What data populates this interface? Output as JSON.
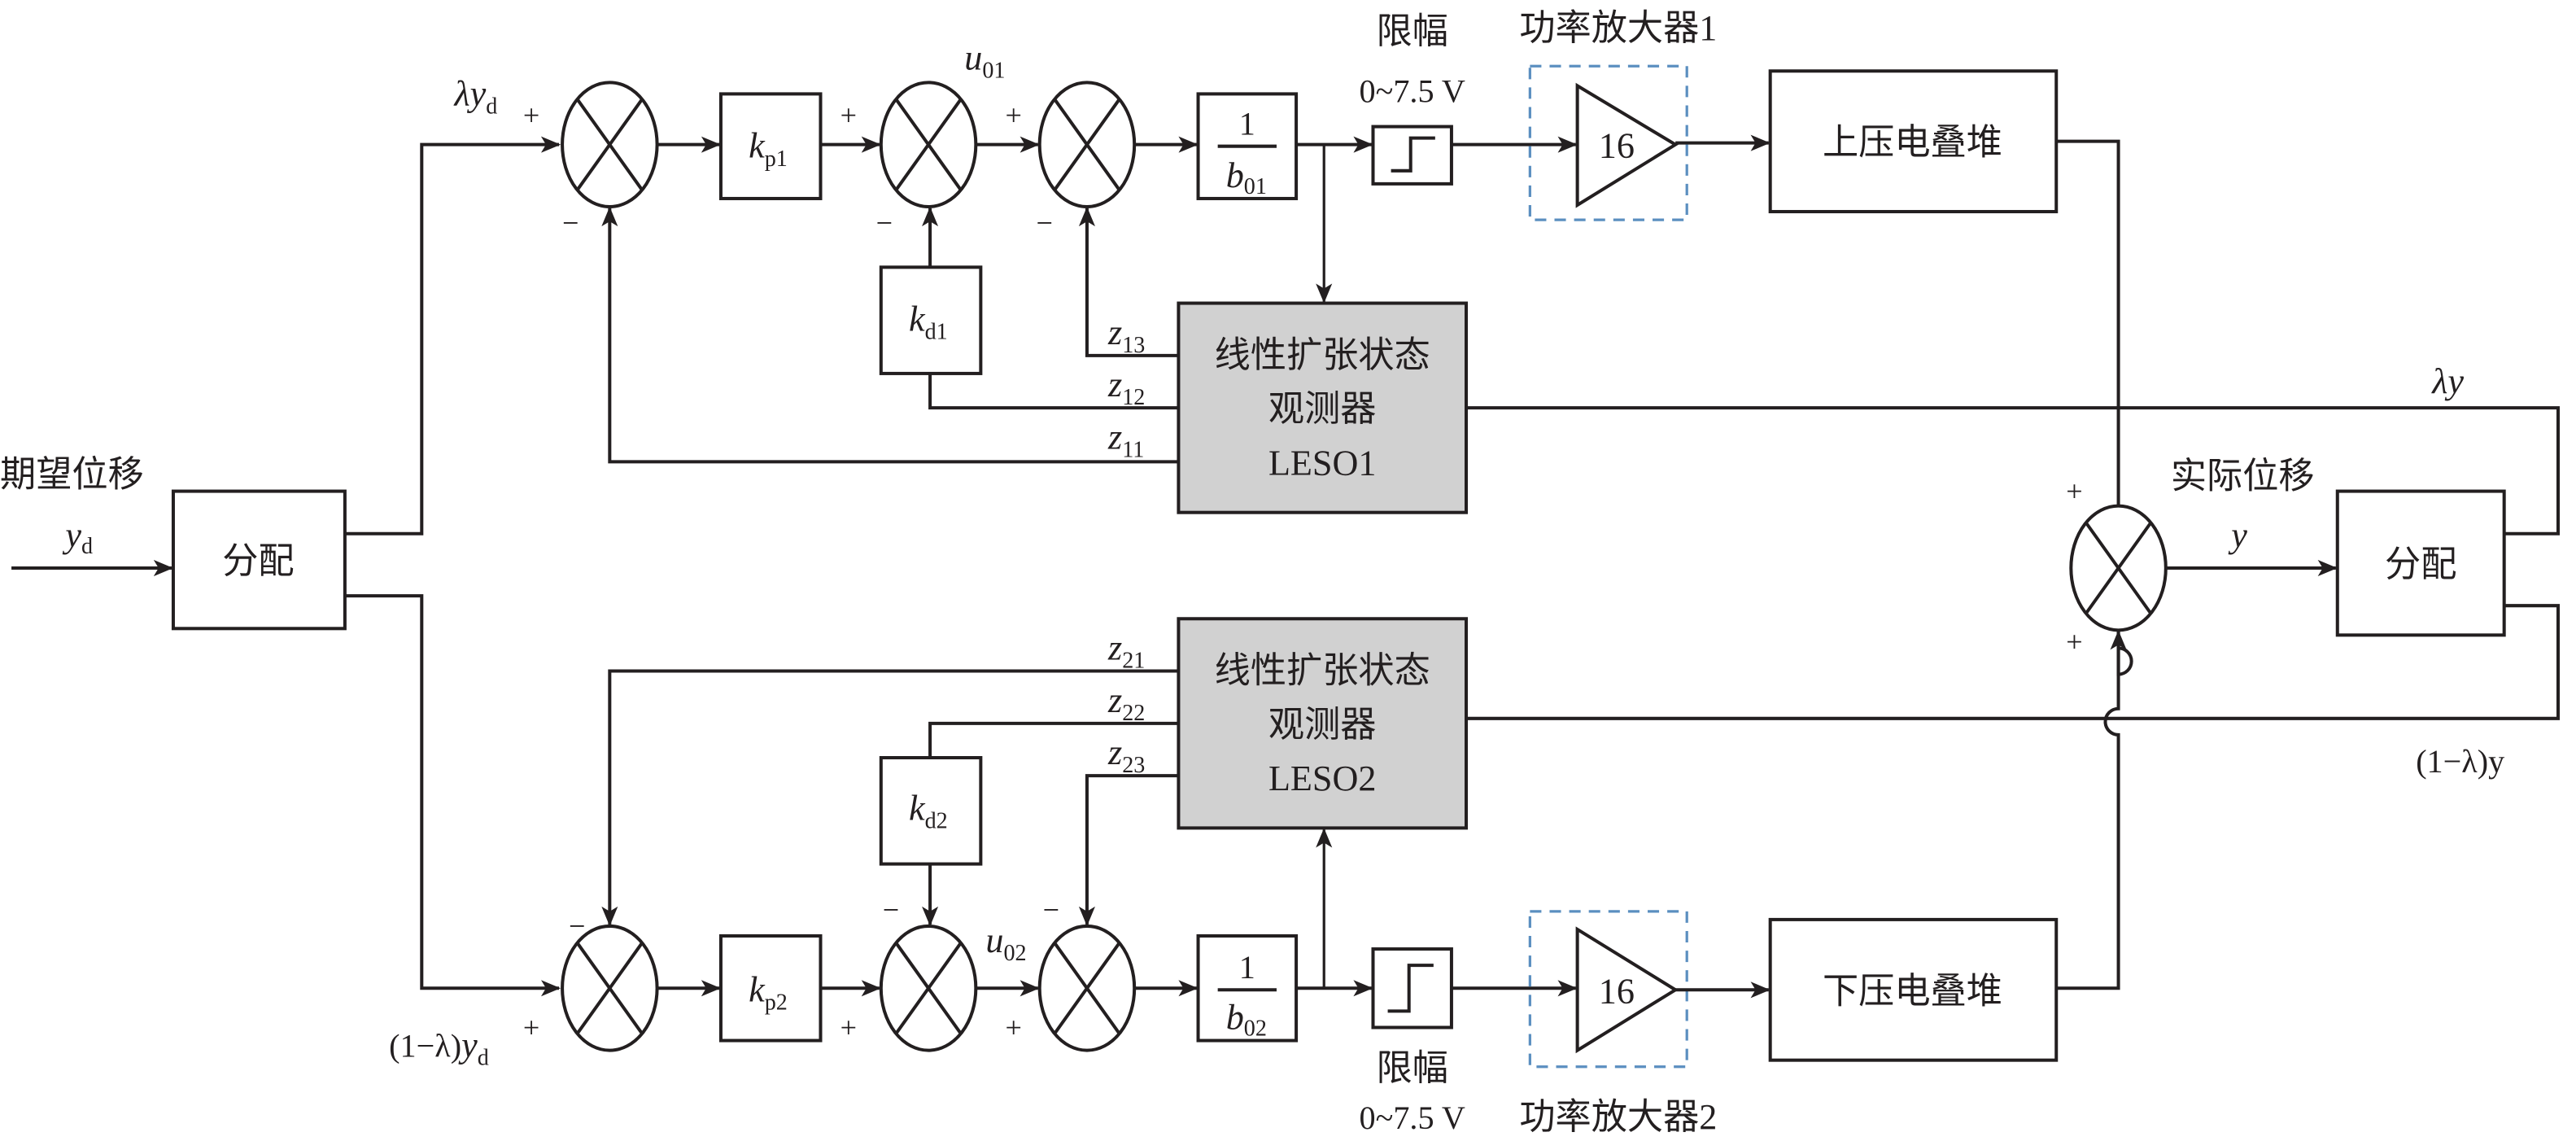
{
  "input": {
    "title": "期望位移",
    "signal": "y",
    "signal_sub": "d"
  },
  "splitter_left": {
    "label": "分配"
  },
  "splitter_right": {
    "label": "分配"
  },
  "top_branch": {
    "ref_label_prefix": "λ",
    "ref_label_var": "y",
    "ref_label_sub": "d",
    "kp": {
      "var": "k",
      "sub": "p1"
    },
    "kd": {
      "var": "k",
      "sub": "d1"
    },
    "u": {
      "var": "u",
      "sub": "01"
    },
    "inv_b": {
      "num": "1",
      "den_var": "b",
      "den_sub": "01"
    },
    "limiter": {
      "title": "限幅",
      "range": "0~7.5 V"
    },
    "amp": {
      "title": "功率放大器1",
      "gain": "16"
    },
    "actuator": {
      "label": "上压电叠堆"
    },
    "leso": {
      "line1": "线性扩张状态",
      "line2": "观测器",
      "line3": "LESO1"
    },
    "z": [
      {
        "var": "z",
        "sub": "13"
      },
      {
        "var": "z",
        "sub": "12"
      },
      {
        "var": "z",
        "sub": "11"
      }
    ],
    "feedback_label": "λy"
  },
  "bottom_branch": {
    "ref_label": "(1−λ)",
    "ref_label_var": "y",
    "ref_label_sub": "d",
    "kp": {
      "var": "k",
      "sub": "p2"
    },
    "kd": {
      "var": "k",
      "sub": "d2"
    },
    "u": {
      "var": "u",
      "sub": "02"
    },
    "inv_b": {
      "num": "1",
      "den_var": "b",
      "den_sub": "02"
    },
    "limiter": {
      "title": "限幅",
      "range": "0~7.5 V"
    },
    "amp": {
      "title": "功率放大器2",
      "gain": "16"
    },
    "actuator": {
      "label": "下压电叠堆"
    },
    "leso": {
      "line1": "线性扩张状态",
      "line2": "观测器",
      "line3": "LESO2"
    },
    "z": [
      {
        "var": "z",
        "sub": "21"
      },
      {
        "var": "z",
        "sub": "22"
      },
      {
        "var": "z",
        "sub": "23"
      }
    ],
    "feedback_label": "(1−λ)y"
  },
  "output": {
    "title": "实际位移",
    "signal": "y"
  },
  "signs": {
    "plus": "+",
    "minus": "−"
  },
  "colors": {
    "line": "#231f20",
    "leso_fill": "#d1d1d1",
    "amp_dash": "#5b8fc0"
  }
}
